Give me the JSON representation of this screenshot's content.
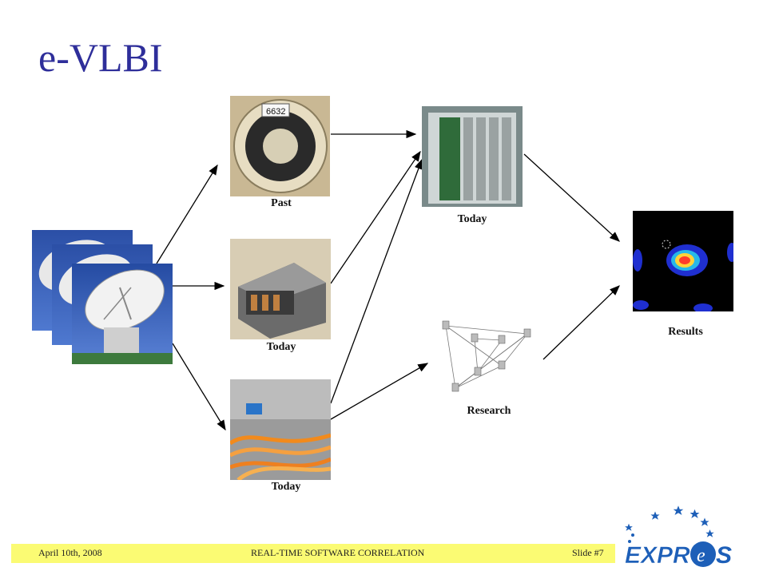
{
  "title": "e-VLBI",
  "captions": {
    "past": "Past",
    "today_disk": "Today",
    "today_fiber": "Today",
    "today_correlator": "Today",
    "research": "Research",
    "results": "Results"
  },
  "footer": {
    "date": "April 10th, 2008",
    "center": "REAL-TIME SOFTWARE CORRELATION",
    "slide": "Slide #7"
  },
  "logo": {
    "text": "EXPReS"
  },
  "colors": {
    "title": "#2e2e9a",
    "footer_bg": "#fbfb73",
    "logo_blue": "#1d5fb8"
  }
}
